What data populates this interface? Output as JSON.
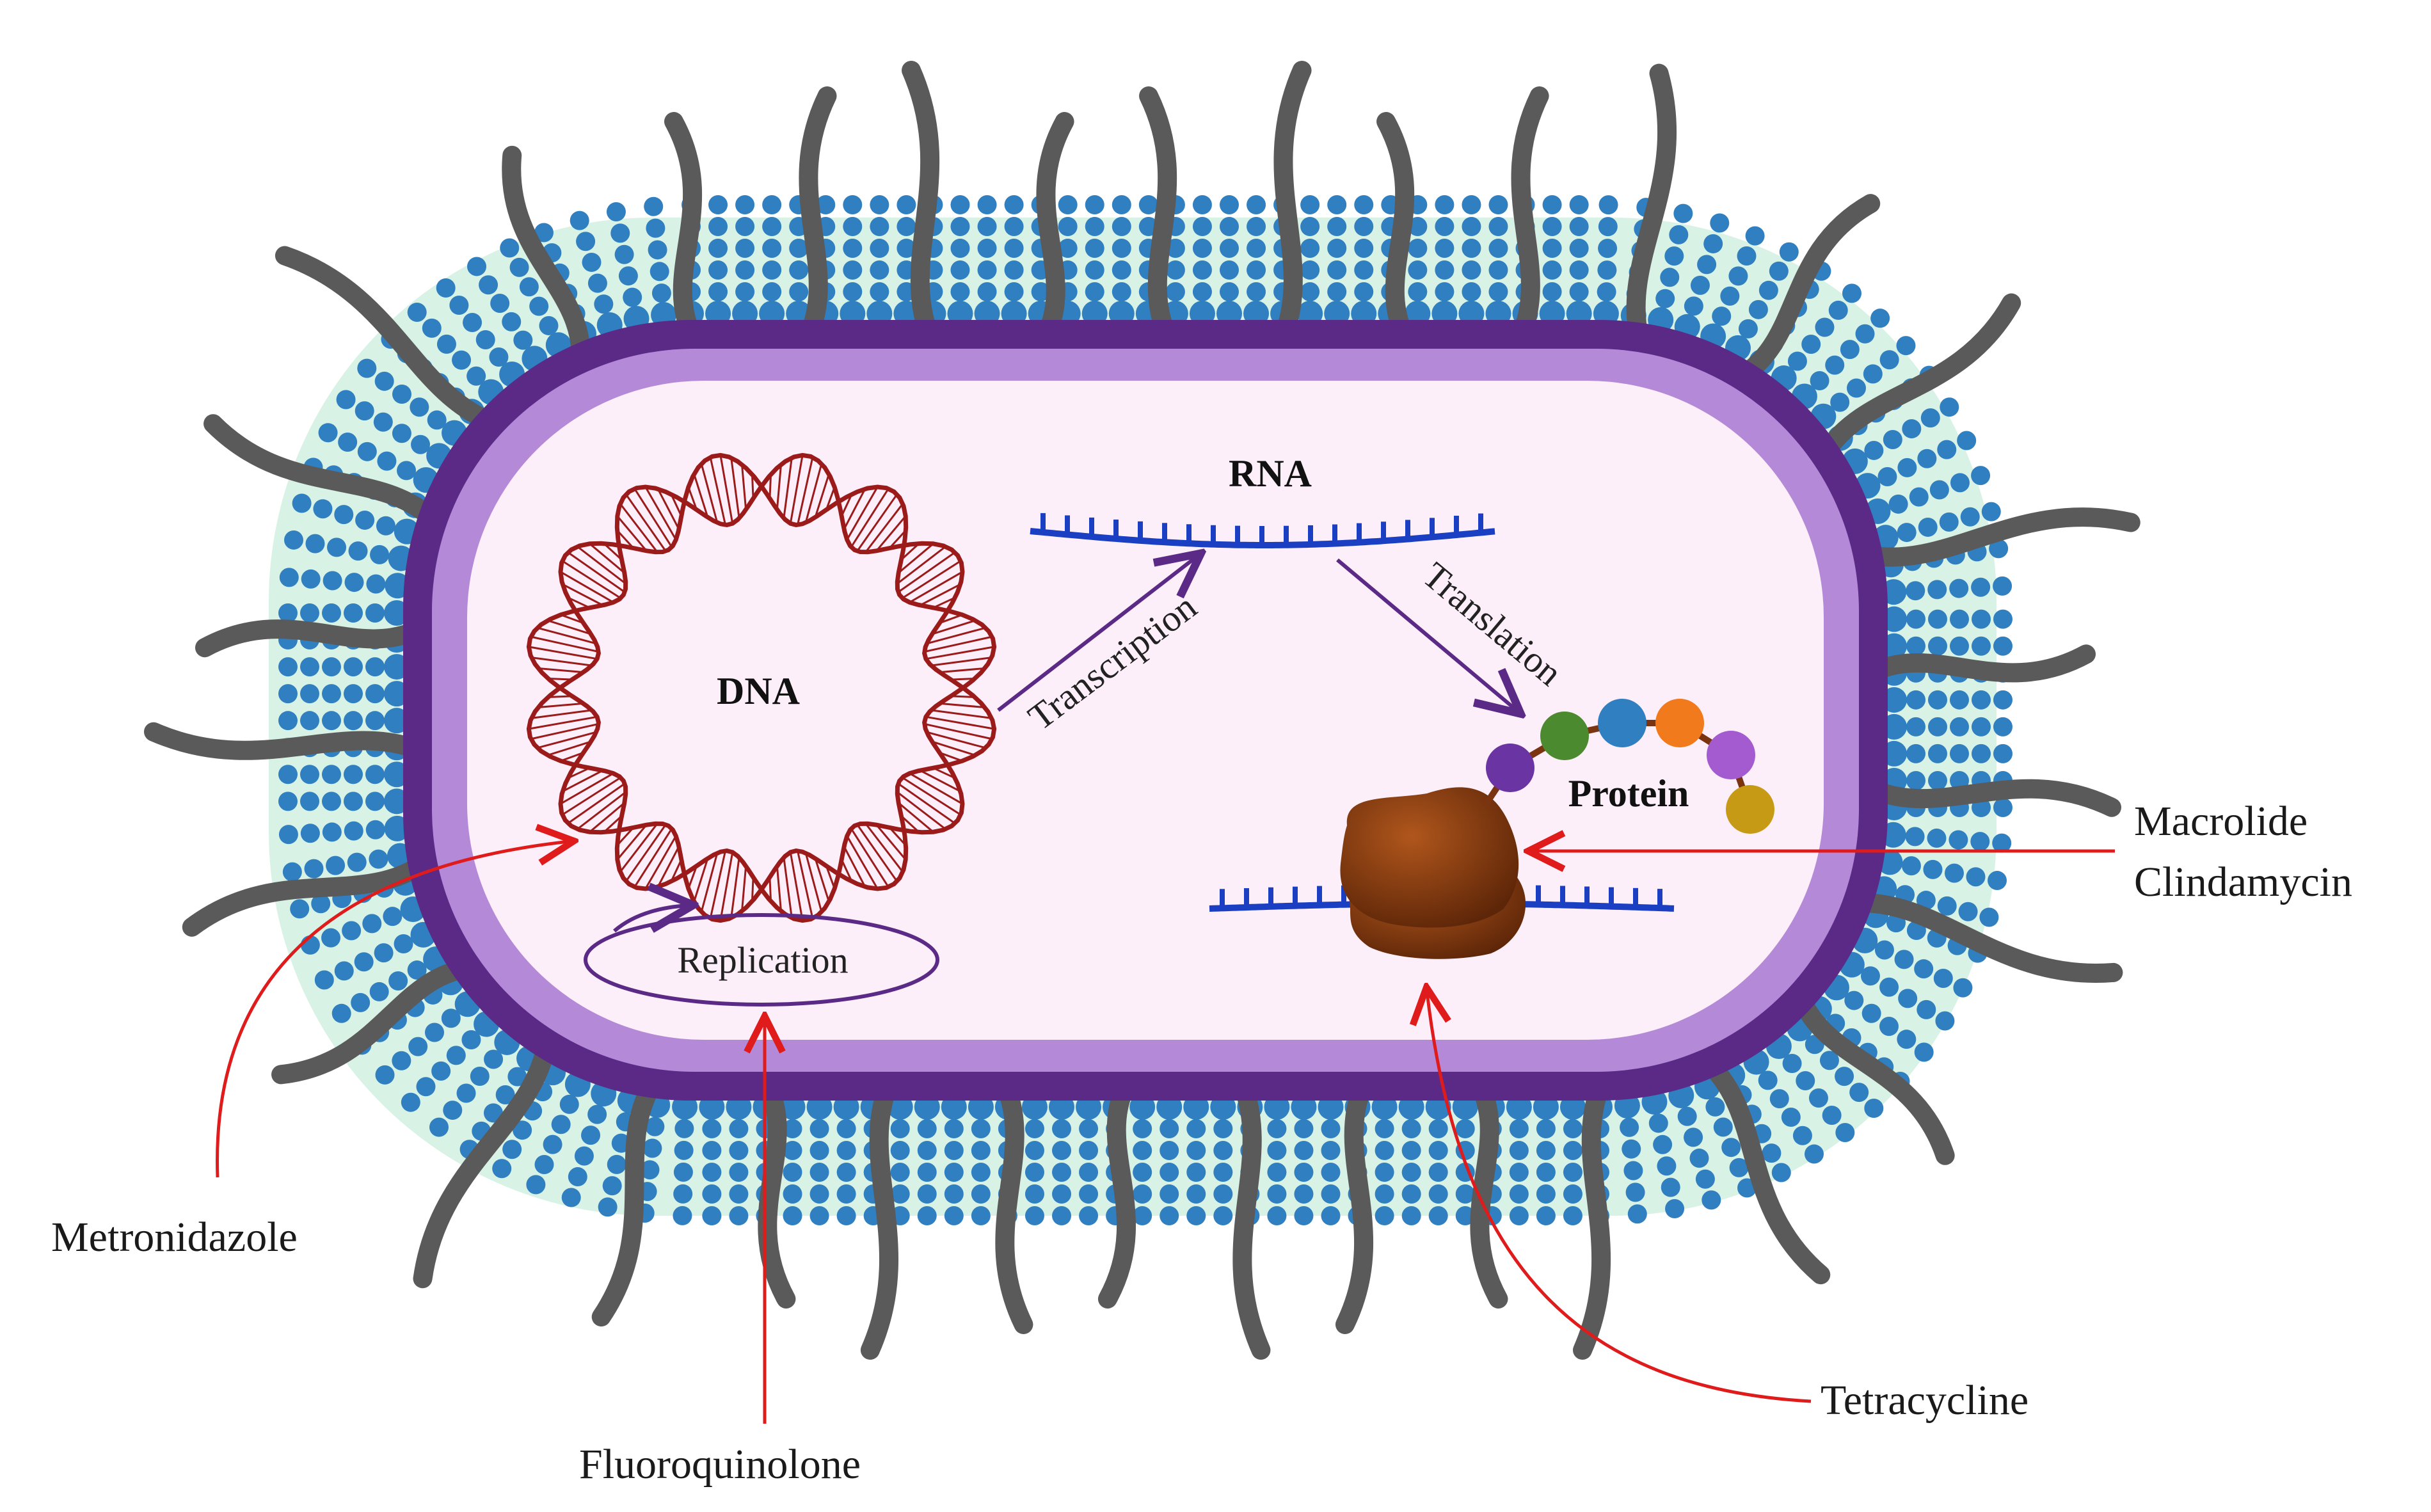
{
  "labels": {
    "dna": "DNA",
    "rna": "RNA",
    "protein": "Protein",
    "replication": "Replication",
    "transcription": "Transcription",
    "translation": "Translation",
    "metronidazole": "Metronidazole",
    "fluoroquinolone": "Fluoroquinolone",
    "tetracycline": "Tetracycline",
    "macrolide": "Macrolide",
    "clindamycin": "Clindamycin"
  },
  "colors": {
    "capsule": "#d9f2e6",
    "lipid_head": "#2f7fc1",
    "outer_membrane": "#5a2a86",
    "inner_membrane": "#b48ad8",
    "cytoplasm": "#fdeff9",
    "dna": "#9b1b1b",
    "rna": "#1a3fc2",
    "arrow_process": "#5a2a86",
    "arrow_drug": "#e01b1b",
    "ribosome": "#7a3410",
    "flagella": "#5a5a5a",
    "protein_beads": [
      "#6a35a3",
      "#4b8a2e",
      "#2f7fc1",
      "#f07a1c",
      "#a45bd0",
      "#c79a16"
    ]
  },
  "icons": {
    "ribosome": "ribosome-icon",
    "dna": "circular-dna-icon",
    "rna": "mrna-strand-icon"
  }
}
